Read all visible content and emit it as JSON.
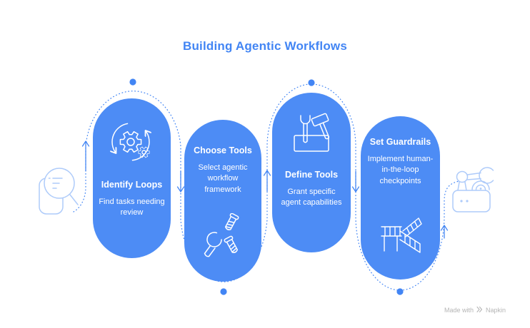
{
  "title": "Building Agentic Workflows",
  "colors": {
    "capsule": "#4d8cf5",
    "accent": "#4285f4",
    "light_icon": "#aecbfa",
    "text_on_capsule": "#ffffff",
    "footer": "#b5b5b5"
  },
  "steps": [
    {
      "id": 1,
      "icon": "loops-gears-icon",
      "label": "Identify Loops",
      "description": "Find tasks needing review",
      "icon_position": "top"
    },
    {
      "id": 2,
      "icon": "wrench-screws-icon",
      "label": "Choose Tools",
      "description": "Select agentic workflow framework",
      "icon_position": "bottom"
    },
    {
      "id": 3,
      "icon": "toolbox-icon",
      "label": "Define Tools",
      "description": "Grant specific agent capabilities",
      "icon_position": "top"
    },
    {
      "id": 4,
      "icon": "guardrail-icon",
      "label": "Set Guardrails",
      "description": "Implement human-in-the-loop checkpoints",
      "icon_position": "bottom"
    }
  ],
  "side_icons": {
    "left": "person-magnifier-icon",
    "right": "robot-arm-icon"
  },
  "flow": {
    "direction": "serpentine-left-to-right",
    "dots": 4,
    "arrows": 5
  },
  "footer": {
    "made_with": "Made with",
    "brand": "Napkin"
  }
}
